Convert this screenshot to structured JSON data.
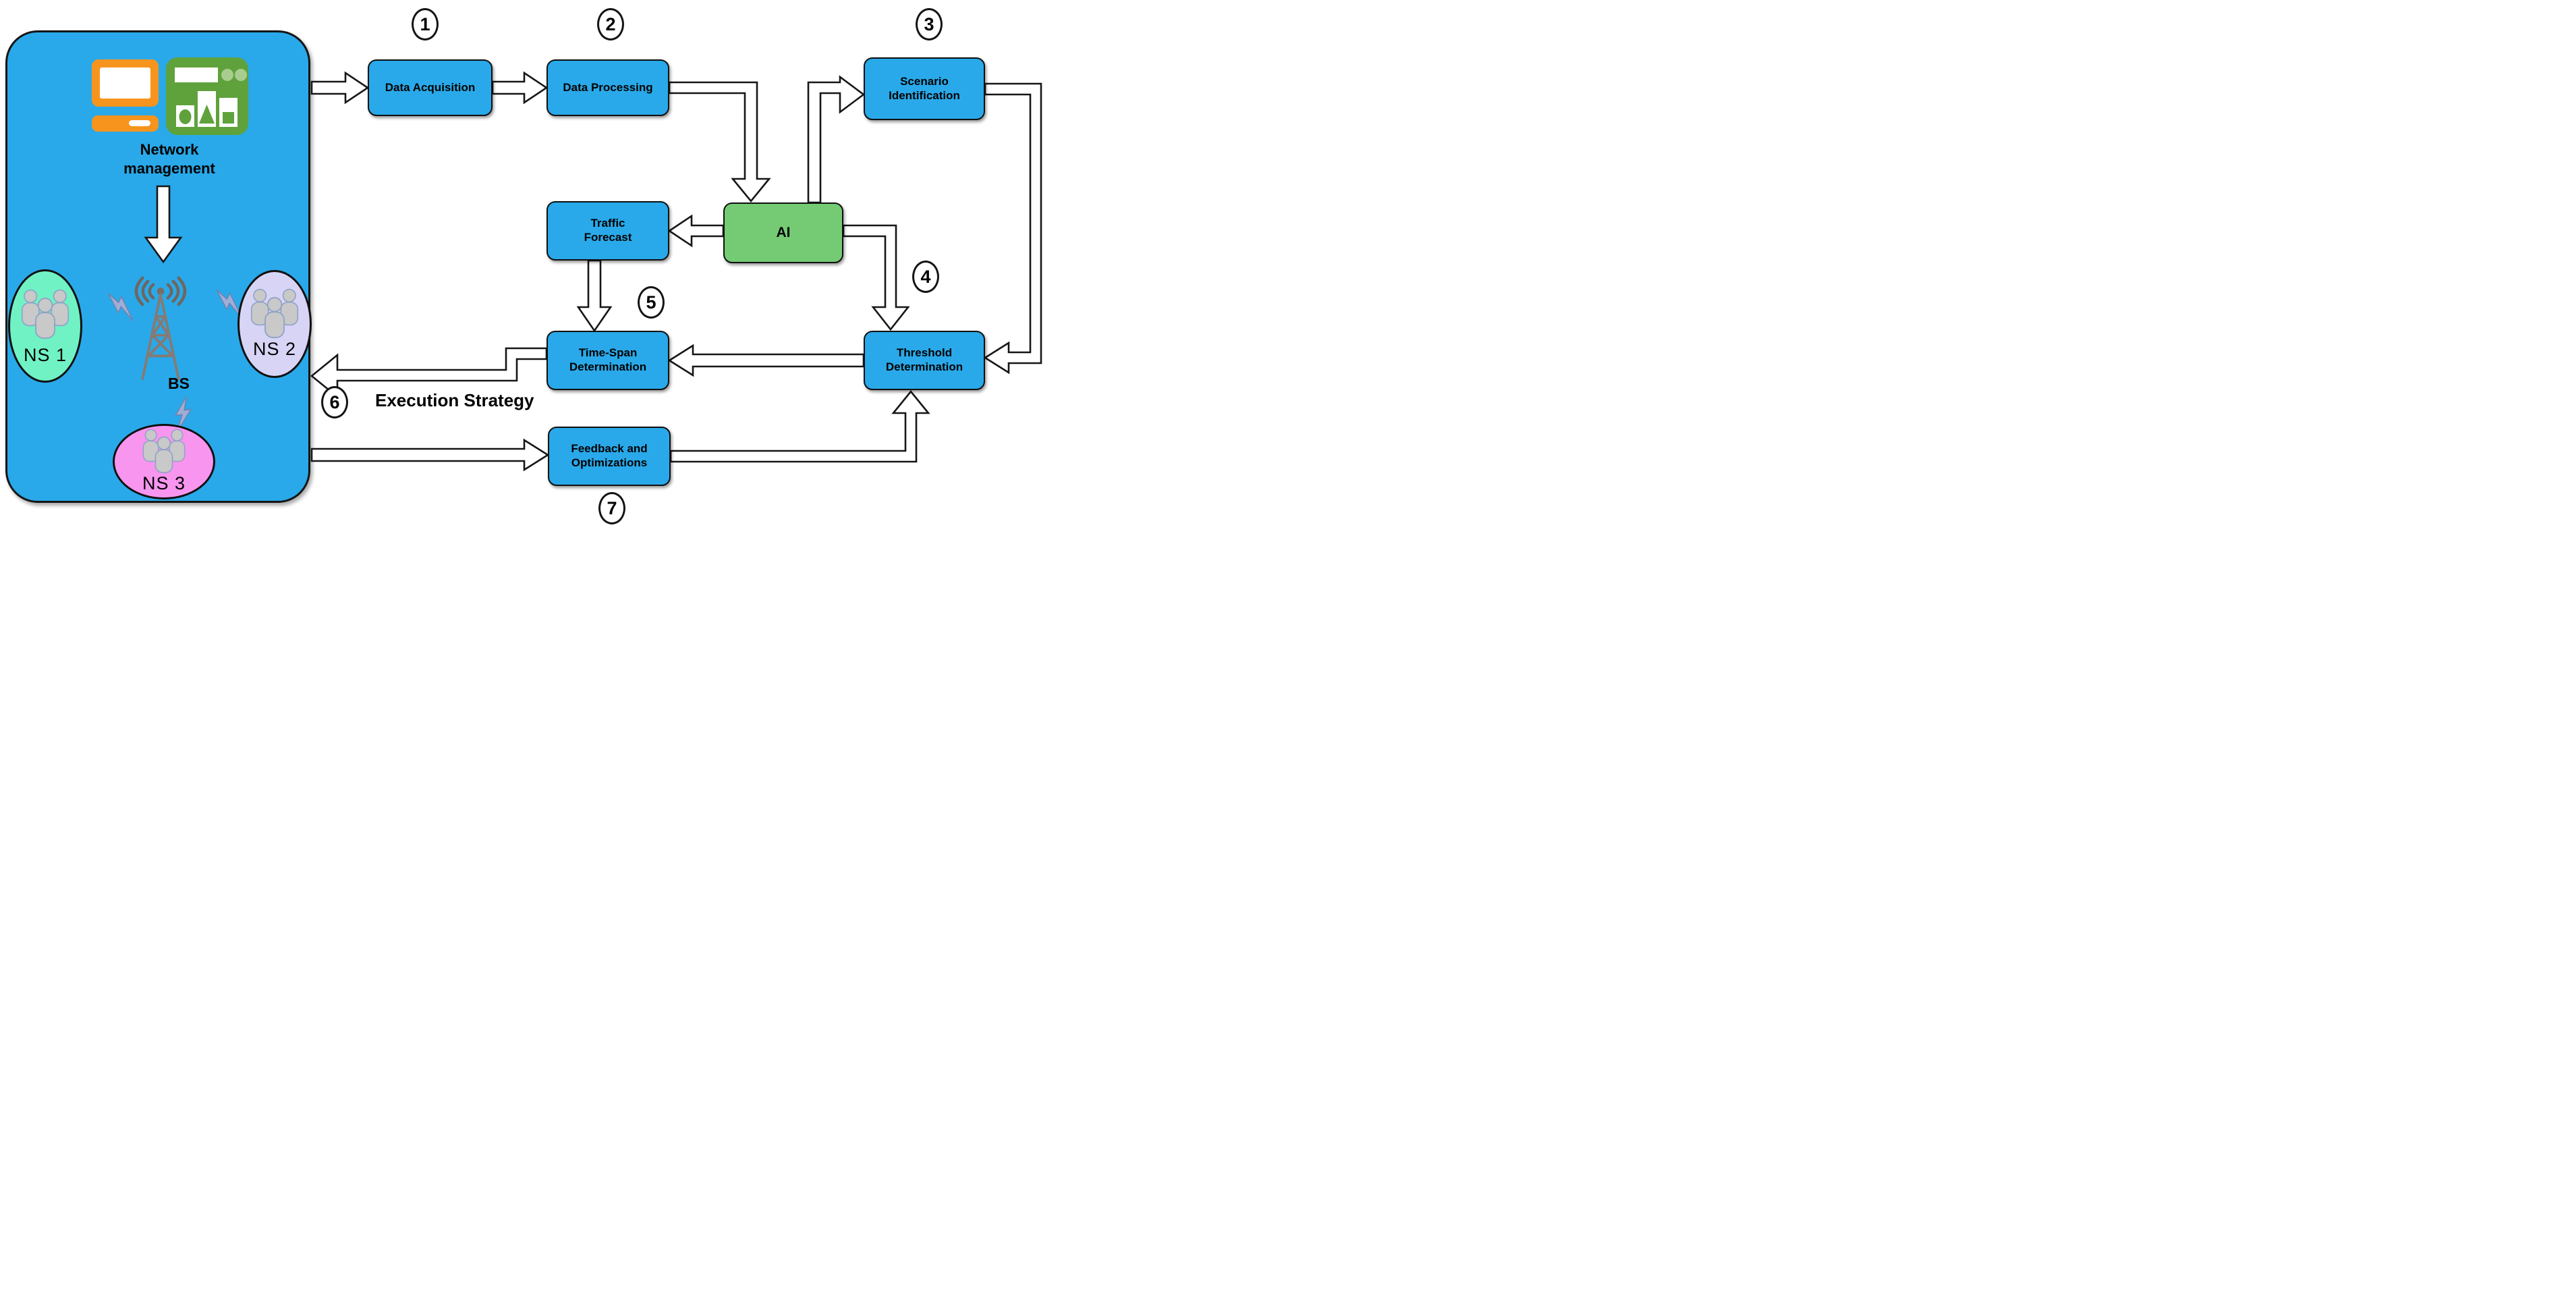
{
  "diagram": {
    "colors": {
      "panel_blue": "#29A9E9",
      "process_box_blue": "#29A9E9",
      "ai_green": "#74CB74",
      "computer_orange": "#F7941D",
      "dashboard_green": "#5FA23C",
      "dashboard_dot_green": "#A9CD8E",
      "tower_gray": "#847B75",
      "lightning_slate": "#9FAED6",
      "people_gray": "#C9C9C9"
    },
    "left_panel": {
      "title_lines": [
        "Network",
        "management"
      ],
      "base_station_label": "BS",
      "network_slices": [
        {
          "label": "NS 1",
          "color": "#70F2C5"
        },
        {
          "label": "NS 2",
          "color": "#D8D4F5"
        },
        {
          "label": "NS 3",
          "color": "#F795EF"
        }
      ],
      "icons": [
        "computer-icon",
        "dashboard-icon",
        "antenna-icon",
        "lightning-icon",
        "people-icon"
      ]
    },
    "steps": [
      {
        "n": "1"
      },
      {
        "n": "2"
      },
      {
        "n": "3"
      },
      {
        "n": "4"
      },
      {
        "n": "5"
      },
      {
        "n": "6"
      },
      {
        "n": "7"
      }
    ],
    "boxes": [
      {
        "id": "data-acquisition",
        "lines": [
          "Data Acquisition"
        ]
      },
      {
        "id": "data-processing",
        "lines": [
          "Data Processing"
        ]
      },
      {
        "id": "scenario-identification",
        "lines": [
          "Scenario",
          "Identification"
        ]
      },
      {
        "id": "ai",
        "lines": [
          "AI"
        ]
      },
      {
        "id": "traffic-forecast",
        "lines": [
          "Traffic",
          "Forecast"
        ]
      },
      {
        "id": "time-span-determination",
        "lines": [
          "Time-Span",
          "Determination"
        ]
      },
      {
        "id": "threshold-determination",
        "lines": [
          "Threshold",
          "Determination"
        ]
      },
      {
        "id": "feedback-optimizations",
        "lines": [
          "Feedback and",
          "Optimizations"
        ]
      }
    ],
    "annotations": {
      "execution_strategy": "Execution Strategy"
    }
  }
}
